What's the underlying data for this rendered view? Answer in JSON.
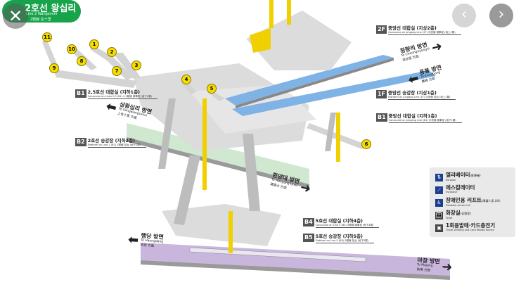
{
  "station": {
    "name_ko": "2호선 왕십리",
    "name_en": "Line 2 Wangsimni",
    "name_cn": "2號線  往十里",
    "color": "#17a34a"
  },
  "viewer": {
    "close_icon": "✕",
    "prev_icon": "‹",
    "next_icon": "›"
  },
  "exits": [
    "11",
    "10",
    "1",
    "2",
    "9",
    "8",
    "7",
    "3",
    "4",
    "5",
    "6"
  ],
  "floors": [
    {
      "badge": "2F",
      "ko": "중앙선 대합실 (지상2층)",
      "en": "Concourse on Jungang Line (2F) 中央線 候車室 (地上2層)"
    },
    {
      "badge": "1F",
      "ko": "중앙선 승강장 (지상1층)",
      "en": "Platform on Jungang Line (1F) 中央線 站台 (地上1層)"
    },
    {
      "badge": "B1",
      "ko": "중앙선 대합실 (지하1층)",
      "en": "Concourse on Jungang Line (B1) 中央線 候車室 (地下1層)"
    },
    {
      "badge": "B1",
      "ko": "2,5호선 대합실 (지하1층)",
      "en": "Concourse on Lines 2,5 (B1) 2,5號線 候車室 (地下1層)"
    },
    {
      "badge": "B2",
      "ko": "2호선 승강장 (지하2층)",
      "en": "Platform on Line 2 (B2) 2號線 站台 (地下2層)"
    },
    {
      "badge": "B4",
      "ko": "5호선 대합실 (지하4층)",
      "en": "Concourse on Line 5 (B4) 5號線 候車室 (地下4層)"
    },
    {
      "badge": "B5",
      "ko": "5호선 승강장 (지하5층)",
      "en": "Platform on Line 5 (B5) 5號線 站台 (地下5層)"
    }
  ],
  "directions": [
    {
      "arrow": "➜",
      "ko": "청량리 방면",
      "en": "To Cheongnyangni",
      "cn": "清凉里 方面"
    },
    {
      "arrow": "⬅",
      "ko": "용봉 방면",
      "en": "To Eungbong",
      "cn": "鷹峰 方面"
    },
    {
      "arrow": "⬅",
      "ko": "상왕십리 방면",
      "en": "To Sangwangsimni",
      "cn": "上往十里 方面"
    },
    {
      "arrow": "➜",
      "ko": "한양대 방면",
      "en": "To Hanyang Univ.",
      "cn": "漢陽大 方面"
    },
    {
      "arrow": "⬅",
      "ko": "행당 방면",
      "en": "To Haengdang",
      "cn": "杏堂 方面"
    },
    {
      "arrow": "➜",
      "ko": "마장 방면",
      "en": "To Majang",
      "cn": "馬場 方面"
    }
  ],
  "legend": [
    {
      "icon": "elevator-icon",
      "glyph": "⇅",
      "ko": "엘리베이터",
      "ko_small": "(昇降機)",
      "en": "Elevator"
    },
    {
      "icon": "escalator-icon",
      "glyph": "⟋",
      "ko": "에스컬레이터",
      "ko_small": "",
      "en": "Escalator"
    },
    {
      "icon": "wheelchair-icon",
      "glyph": "♿",
      "ko": "장애인용 리프트",
      "ko_small": "(障礙人用 Lift)",
      "en": "Disabled Access Lift"
    },
    {
      "icon": "toilet-icon",
      "glyph": "👪",
      "ko": "화장실",
      "ko_small": "(化粧室)",
      "en": "Toilet"
    },
    {
      "icon": "ticket-machine-icon",
      "glyph": "▣",
      "ko": "1회용발매·카드충전기",
      "ko_small": "",
      "en": "Ticket Vending and Card Reload Device"
    }
  ],
  "colors": {
    "line2": "#cfe8cf",
    "jungang": "#7fb2e5",
    "line5": "#c9b6dc",
    "structure": "#d8d8d8",
    "exit": "#f5dd00"
  }
}
